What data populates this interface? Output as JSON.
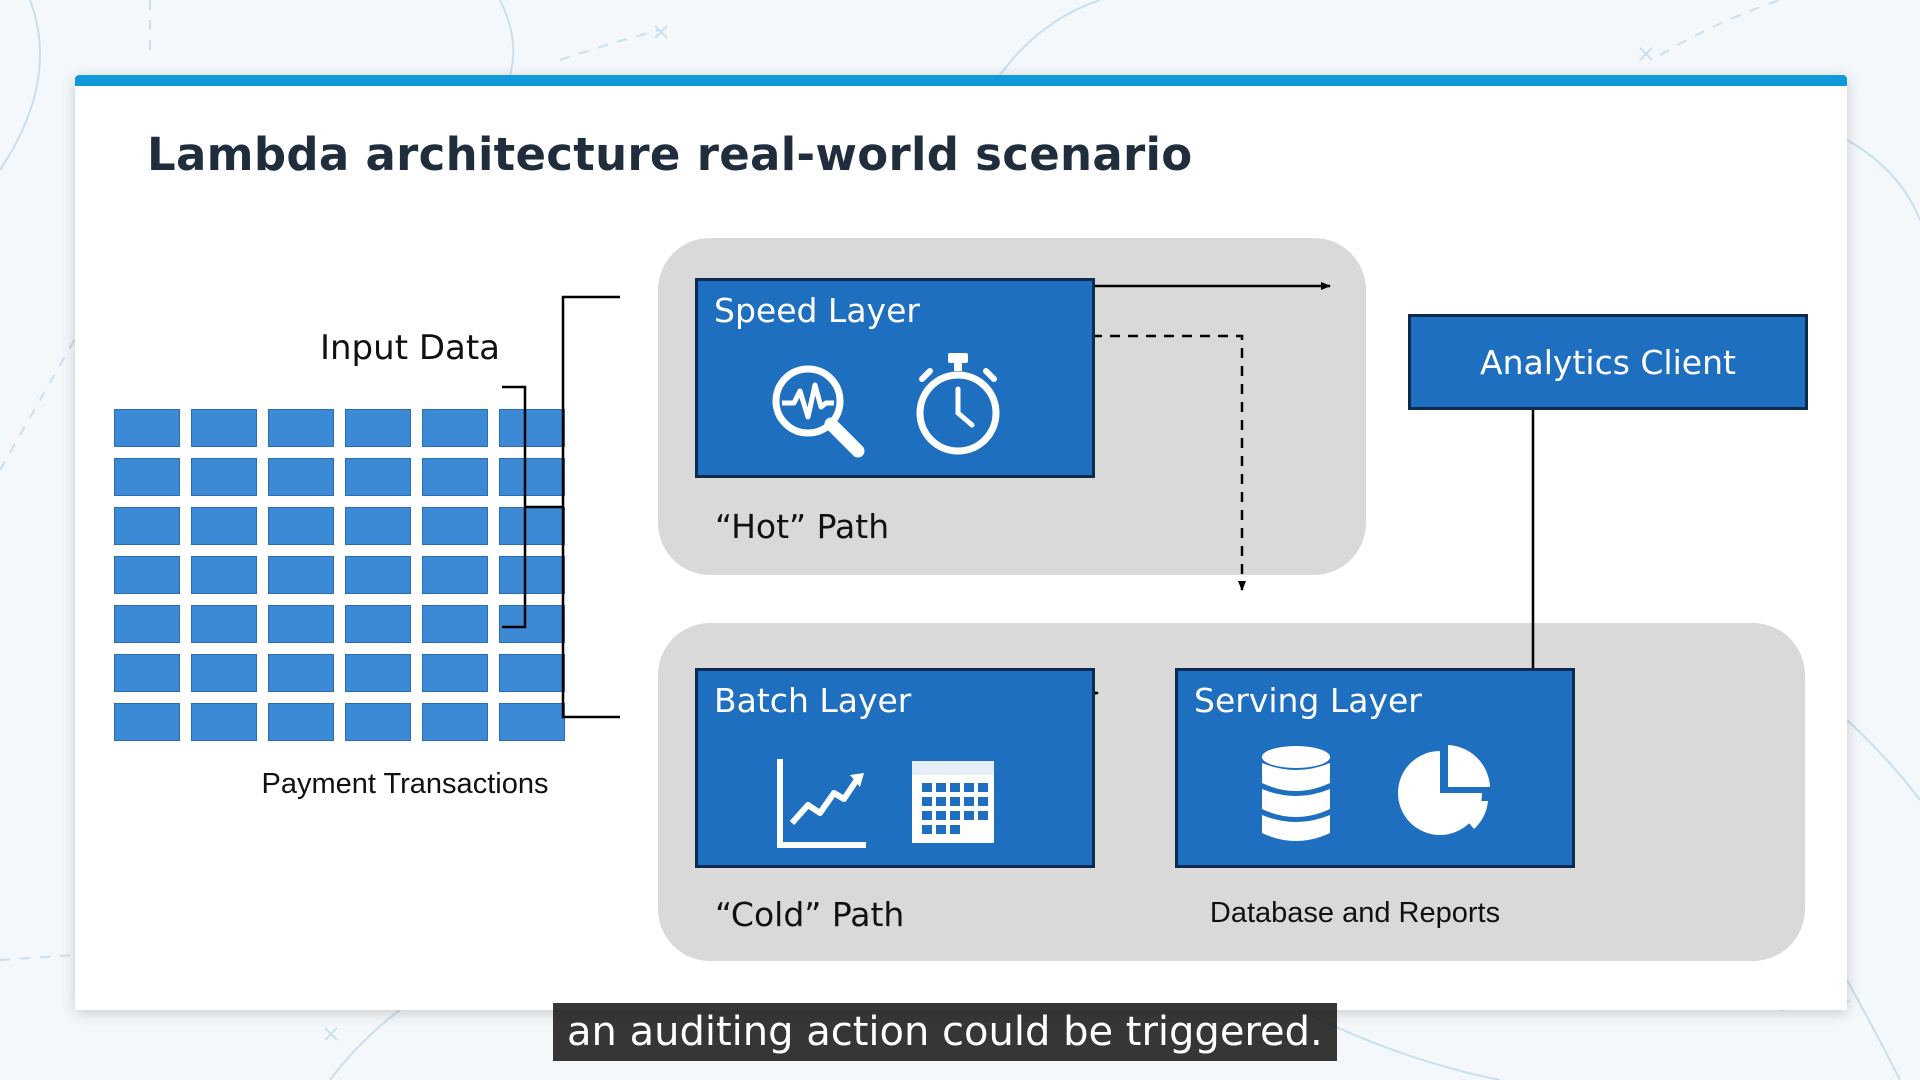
{
  "slide": {
    "title": "Lambda architecture real-world scenario",
    "accent_color": "#0f9ad9"
  },
  "input": {
    "label": "Input Data",
    "caption": "Payment Transactions",
    "grid_rows": 7,
    "grid_cols": 6
  },
  "hot_path": {
    "label": "“Hot” Path"
  },
  "cold_path": {
    "label": "“Cold” Path"
  },
  "speed_layer": {
    "title": "Speed Layer",
    "icons": [
      "search-pulse-icon",
      "stopwatch-icon"
    ]
  },
  "batch_layer": {
    "title": "Batch Layer",
    "icons": [
      "line-chart-icon",
      "calendar-icon"
    ]
  },
  "serving_layer": {
    "title": "Serving Layer",
    "icons": [
      "database-icon",
      "pie-chart-icon"
    ],
    "caption": "Database and Reports"
  },
  "analytics_client": {
    "title": "Analytics Client"
  },
  "colors": {
    "box_fill": "#1f6fc0",
    "box_border": "#0d2b4c",
    "panel": "#d9d9d9",
    "cell": "#3c8ad5"
  },
  "subtitle": "an auditing action could be triggered."
}
